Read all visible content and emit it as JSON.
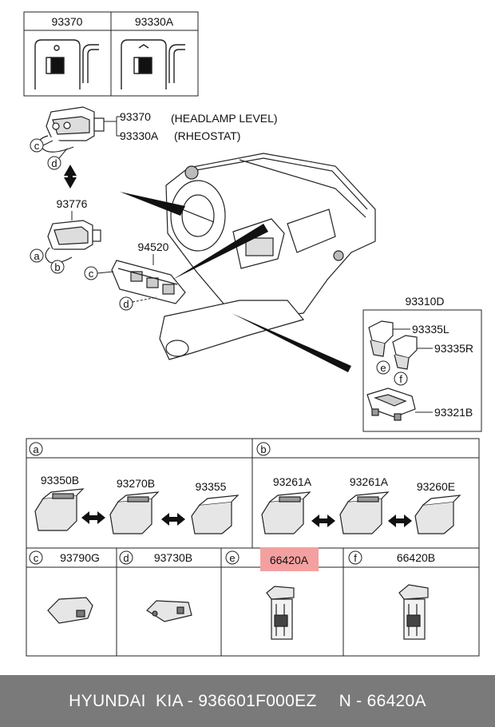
{
  "top_inset": {
    "left_part": "93370",
    "right_part": "93330A"
  },
  "callouts": {
    "headlamp_part": "93370",
    "headlamp_desc": "(HEADLAMP LEVEL)",
    "rheostat_part": "93330A",
    "rheostat_desc": "(RHEOSTAT)",
    "switch_93776": "93776",
    "switch_94520": "94520",
    "assy_93310D": "93310D",
    "part_93335L": "93335L",
    "part_93335R": "93335R",
    "part_93321B": "93321B"
  },
  "letters": {
    "a": "a",
    "b": "b",
    "c": "c",
    "d": "d",
    "e": "e",
    "f": "f"
  },
  "panel_a": {
    "letter": "a",
    "parts": [
      "93350B",
      "93270B",
      "93355"
    ]
  },
  "panel_b": {
    "letter": "b",
    "parts": [
      "93261A",
      "93261A",
      "93260E"
    ]
  },
  "panel_c": {
    "letter": "c",
    "part": "93790G"
  },
  "panel_d": {
    "letter": "d",
    "part": "93730B"
  },
  "panel_e": {
    "letter": "e",
    "part": "66420A"
  },
  "panel_f": {
    "letter": "f",
    "part": "66420B"
  },
  "colors": {
    "highlight": "#f4a0a0",
    "footer_bg": "#7a7a7a",
    "line": "#222222"
  },
  "footer": {
    "brand": "HYUNDAI  KIA - 936601F000EZ",
    "ref": "N - 66420A"
  }
}
